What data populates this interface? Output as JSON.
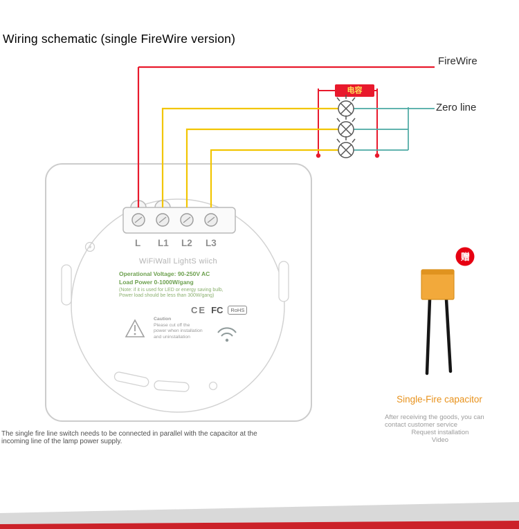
{
  "title": "Wiring schematic (single FireWire version)",
  "wire_labels": {
    "firewire": "FireWire",
    "zero_line": "Zero line",
    "capacitor_box": "电容"
  },
  "switch_panel": {
    "terminals": [
      "L",
      "L1",
      "L2",
      "L3"
    ],
    "product_name": "WiFiWall LightS wiich",
    "spec_line1": "Operational Voltage: 90-250V AC",
    "spec_line2": "Load Power 0-1000W/gang",
    "spec_note1": "(Note: if it is used for LED or energy saving bulb,",
    "spec_note2": "Power load should be less than 300W/gang)",
    "certs": {
      "ce": "CE",
      "fc": "FC",
      "rohs": "RoHS"
    },
    "caution": {
      "title": "Caution",
      "line1": "Please cut off the",
      "line2": "power when installation",
      "line3": "and uninstallation"
    }
  },
  "capacitor": {
    "badge": "赠",
    "title": "Single-Fire capacitor",
    "note_line1": "After receiving the goods, you can",
    "note_line2": "contact customer service",
    "note_line3": "Request installation",
    "note_line4": "Video"
  },
  "footnote": {
    "line1": "The single fire line switch needs to be connected in parallel with the capacitor at the",
    "line2": "incoming line of the lamp power supply."
  },
  "colors": {
    "firewire_red": "#e8192c",
    "load_yellow": "#f2c500",
    "zero_teal": "#4aa8a2",
    "capacitor_orange": "#f2a93b",
    "accent_orange_text": "#e8921c",
    "banner_red": "#cb2229",
    "banner_gray": "#d9d9d9"
  }
}
